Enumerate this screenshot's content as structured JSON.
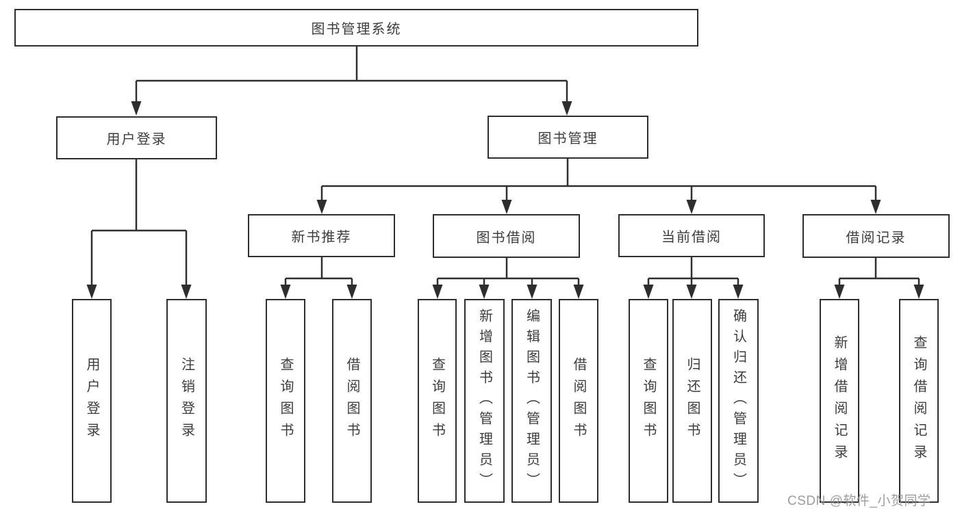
{
  "diagram": {
    "root": {
      "label": "图书管理系统"
    },
    "level2": {
      "user_login": {
        "label": "用户登录"
      },
      "book_management": {
        "label": "图书管理"
      }
    },
    "level3": {
      "new_book_recommend": {
        "label": "新书推荐"
      },
      "book_borrow": {
        "label": "图书借阅"
      },
      "current_borrow": {
        "label": "当前借阅"
      },
      "borrow_records": {
        "label": "借阅记录"
      }
    },
    "leaves": {
      "user_login": {
        "label": "用户登录"
      },
      "logout": {
        "label": "注销登录"
      },
      "recommend_query_book": {
        "label": "查询图书"
      },
      "recommend_borrow_book": {
        "label": "借阅图书"
      },
      "borrow_query_book": {
        "label": "查询图书"
      },
      "borrow_add_book": {
        "label": "新增图书（管理员）"
      },
      "borrow_edit_book": {
        "label": "编辑图书（管理员）"
      },
      "borrow_borrow_book": {
        "label": "借阅图书"
      },
      "current_query_book": {
        "label": "查询图书"
      },
      "current_return_book": {
        "label": "归还图书"
      },
      "current_confirm_return": {
        "label": "确认归还（管理员）"
      },
      "records_add_record": {
        "label": "新增借阅记录"
      },
      "records_query_record": {
        "label": "查询借阅记录"
      }
    },
    "hierarchy": {
      "图书管理系统": {
        "用户登录": [
          "用户登录",
          "注销登录"
        ],
        "图书管理": {
          "新书推荐": [
            "查询图书",
            "借阅图书"
          ],
          "图书借阅": [
            "查询图书",
            "新增图书（管理员）",
            "编辑图书（管理员）",
            "借阅图书"
          ],
          "当前借阅": [
            "查询图书",
            "归还图书",
            "确认归还（管理员）"
          ],
          "借阅记录": [
            "新增借阅记录",
            "查询借阅记录"
          ]
        }
      }
    }
  },
  "watermark": {
    "text": "CSDN @软件_小贺同学"
  },
  "colors": {
    "line": "#2e2e2e",
    "box_border": "#2e2e2e",
    "text": "#3c3c3c",
    "watermark": "#949494",
    "background": "#ffffff"
  }
}
